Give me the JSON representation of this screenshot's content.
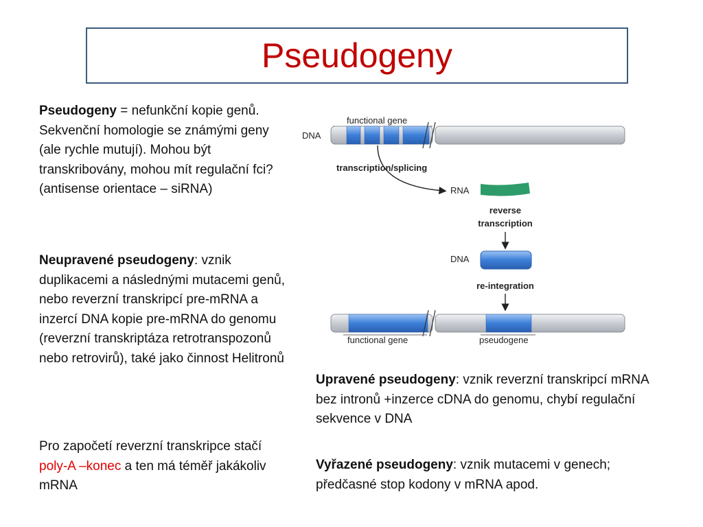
{
  "title": "Pseudogeny",
  "left": {
    "p1": {
      "bold": "Pseudogeny",
      "text": " = nefunkční kopie genů. Sekvenční homologie se známými geny (ale rychle mutují). Mohou být transkribovány, mohou mít regulační fci? (antisense orientace – siRNA)"
    },
    "p2": {
      "bold": "Neupravené pseudogeny",
      "text": ": vznik duplikacemi a následnými mutacemi genů, nebo reverzní transkripcí pre-mRNA a inzercí DNA kopie pre-mRNA do genomu (reverzní transkriptáza retrotranspozonů nebo retrovirů), také jako činnost Helitronů"
    },
    "p3": {
      "text_before": "Pro započetí reverzní transkripce stačí ",
      "red": "poly-A –konec",
      "text_after": " a ten má téměř jakákoliv mRNA"
    }
  },
  "right": {
    "p1": {
      "bold": "Upravené pseudogeny",
      "text": ": vznik reverzní transkripcí mRNA  bez intronů +inzerce cDNA do genomu, chybí regulační sekvence v DNA"
    },
    "p2": {
      "bold": "Vyřazené pseudogeny",
      "text": ": vznik mutacemi v genech; předčasné stop kodony v mRNA apod."
    }
  },
  "diagram": {
    "functional_gene_top": "functional gene",
    "dna_label_top": "DNA",
    "transcription_splicing": "transcription/splicing",
    "rna_label": "RNA",
    "reverse": "reverse",
    "transcription": "transcription",
    "dna_label_mid": "DNA",
    "reintegration": "re-integration",
    "functional_gene_bottom": "functional gene",
    "pseudogene": "pseudogene",
    "colors": {
      "gene_blue": "#3d7fd9",
      "rna_green": "#2e9c6a",
      "tube_gray": "#d8dadf"
    }
  }
}
